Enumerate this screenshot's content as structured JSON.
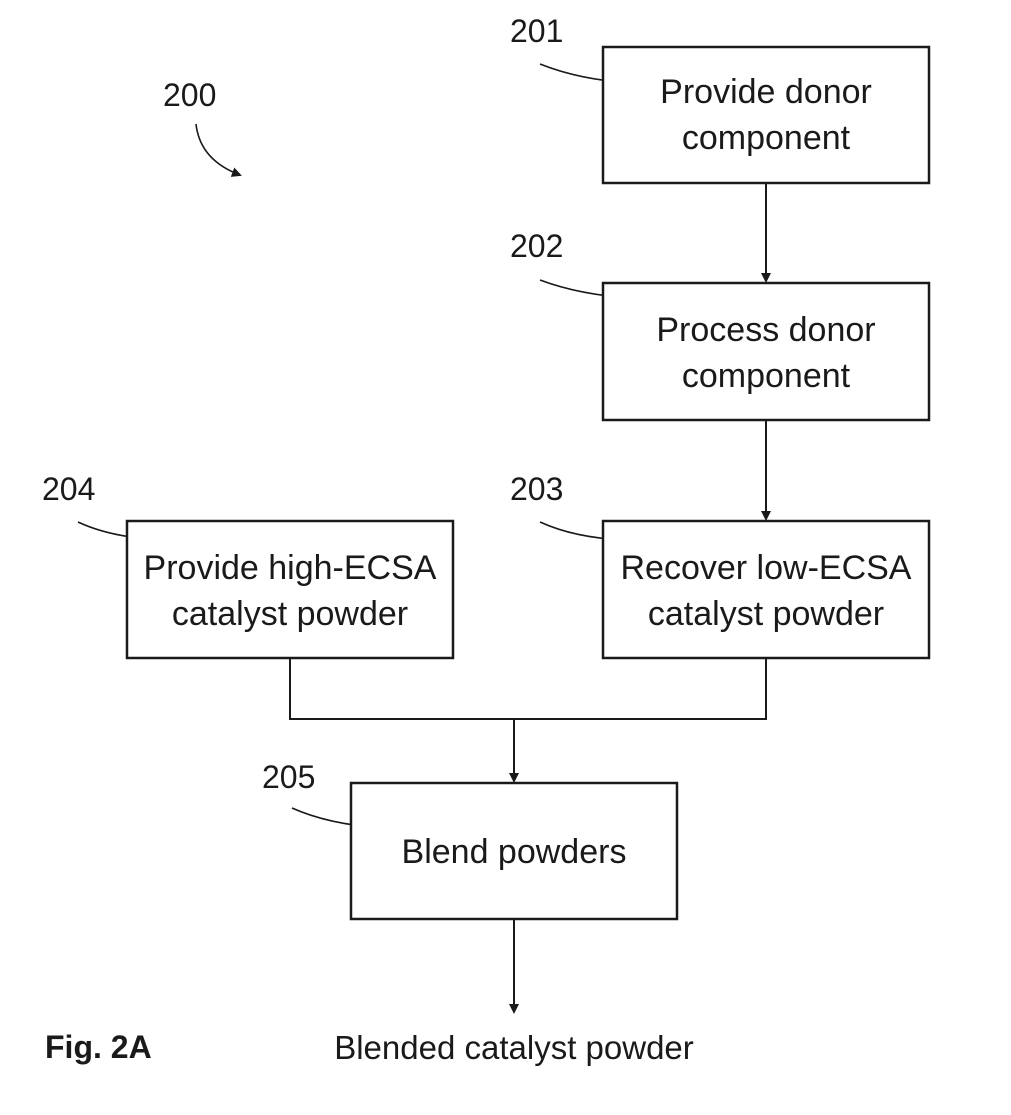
{
  "diagram": {
    "ref_overall": "200",
    "steps": [
      {
        "ref": "201",
        "line1": "Provide donor",
        "line2": "component"
      },
      {
        "ref": "202",
        "line1": "Process donor",
        "line2": "component"
      },
      {
        "ref": "203",
        "line1": "Recover low-ECSA",
        "line2": "catalyst powder"
      },
      {
        "ref": "204",
        "line1": "Provide high-ECSA",
        "line2": "catalyst powder"
      },
      {
        "ref": "205",
        "line1": "Blend powders"
      }
    ],
    "output_label": "Blended catalyst powder",
    "figure_label": "Fig. 2A"
  }
}
